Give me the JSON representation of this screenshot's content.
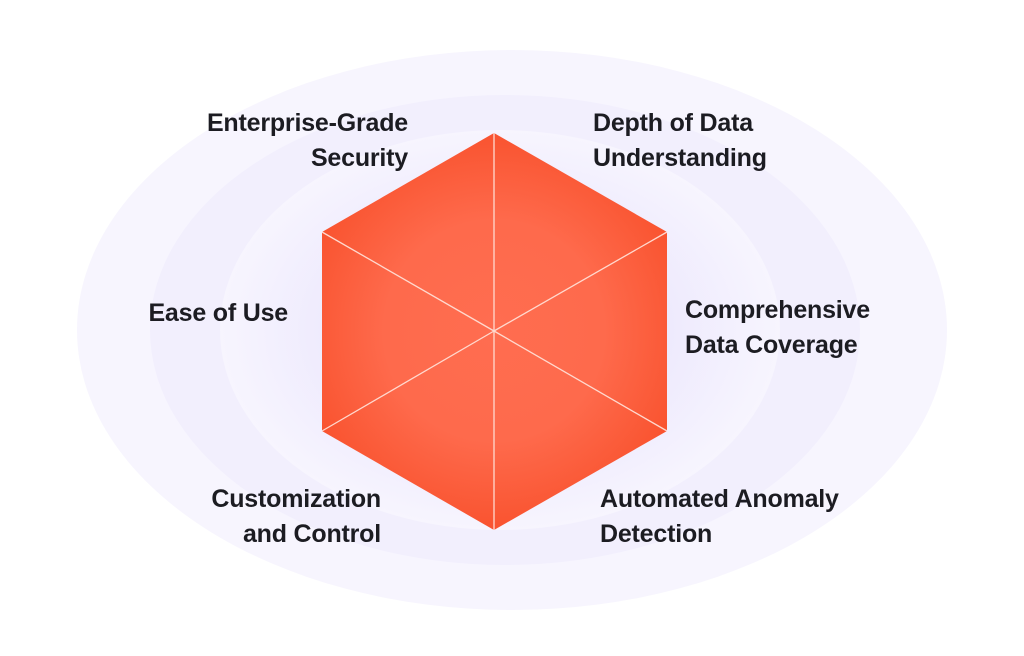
{
  "diagram": {
    "segments": [
      {
        "lines": [
          "Enterprise-Grade",
          "Security"
        ]
      },
      {
        "lines": [
          "Depth of Data",
          "Understanding"
        ]
      },
      {
        "lines": [
          "Comprehensive",
          "Data Coverage"
        ]
      },
      {
        "lines": [
          "Automated Anomaly",
          "Detection"
        ]
      },
      {
        "lines": [
          "Customization",
          "and Control"
        ]
      },
      {
        "lines": [
          "Ease of Use"
        ]
      }
    ],
    "colors": {
      "hexagon_center": "#ff6d50",
      "hexagon_edge": "#f9532f",
      "background_glow": "#efebfd",
      "divider": "#ffd9cf",
      "text": "#1c1c22"
    }
  }
}
